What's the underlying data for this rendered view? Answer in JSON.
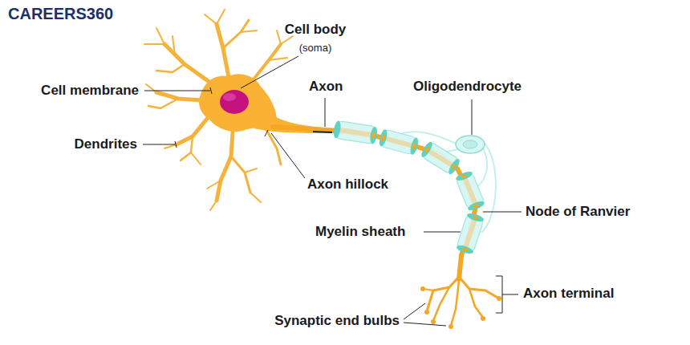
{
  "diagram": {
    "labels": [
      "CAREERS360",
      "Cell body",
      "(soma)",
      "Cell membrane",
      "Axon",
      "Oligodendrocyte",
      "Dendrites",
      "Axon hillock",
      "Node of Ranvier",
      "Myelin sheath",
      "Axon terminal",
      "Synaptic end bulbs"
    ]
  }
}
